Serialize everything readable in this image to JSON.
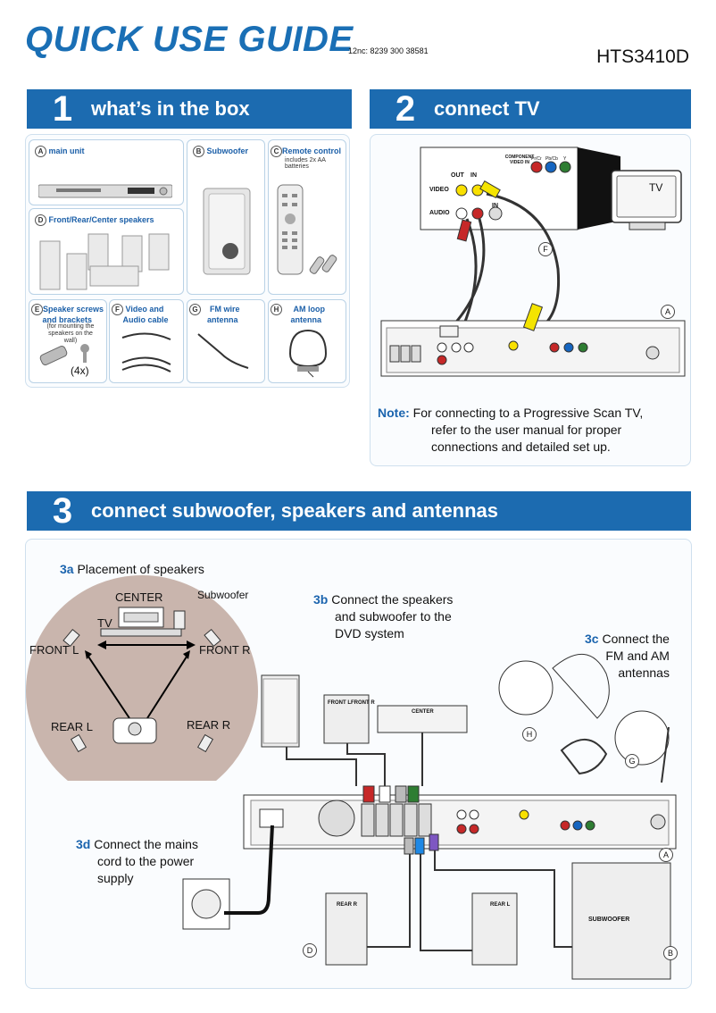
{
  "header": {
    "title": "QUICK USE GUIDE",
    "code": "12nc: 8239 300 38581",
    "model": "HTS3410D"
  },
  "section1": {
    "number": "1",
    "label": "what’s in the box",
    "items": {
      "a": {
        "tag": "A",
        "label": "main unit"
      },
      "b": {
        "tag": "B",
        "label": "Subwoofer"
      },
      "c": {
        "tag": "C",
        "label": "Remote control",
        "sub": "includes 2x AA batteries"
      },
      "d": {
        "tag": "D",
        "label": "Front/Rear/Center speakers"
      },
      "e": {
        "tag": "E",
        "label1": "Speaker screws",
        "label2": "and brackets",
        "sub1": "(for mounting the",
        "sub2": "speakers on the wall)",
        "count": "(4x)"
      },
      "f": {
        "tag": "F",
        "label1": "Video and",
        "label2": "Audio cable"
      },
      "g": {
        "tag": "G",
        "label1": "FM wire",
        "label2": "antenna"
      },
      "h": {
        "tag": "H",
        "label1": "AM loop",
        "label2": "antenna"
      }
    }
  },
  "section2": {
    "number": "2",
    "label": "connect TV",
    "tv_label": "TV",
    "panel": {
      "out": "OUT",
      "in": "IN",
      "video": "VIDEO",
      "audio": "AUDIO",
      "in2": "IN",
      "component": "COMPONENT VIDEO IN",
      "pr": "Pr/Cr",
      "pb": "Pb/Cb",
      "y": "Y"
    },
    "tag_f": "F",
    "tag_a": "A",
    "note_label": "Note:",
    "note_line1": "For connecting to a Progressive Scan TV,",
    "note_line2": "refer to the user manual for proper",
    "note_line3": "connections and detailed set up."
  },
  "section3": {
    "number": "3",
    "label": "connect subwoofer, speakers and antennas",
    "s3a_num": "3a",
    "s3a_text": "Placement of speakers",
    "placement": {
      "center": "CENTER",
      "subwoofer": "Subwoofer",
      "tv": "TV",
      "front_l": "FRONT L",
      "front_r": "FRONT R",
      "rear_l": "REAR L",
      "rear_r": "REAR R"
    },
    "s3b_num": "3b",
    "s3b_line1": "Connect the speakers",
    "s3b_line2": "and subwoofer to the",
    "s3b_line3": "DVD system",
    "s3c_num": "3c",
    "s3c_line1": "Connect the",
    "s3c_line2": "FM and AM",
    "s3c_line3": "antennas",
    "s3d_num": "3d",
    "s3d_line1": "Connect the mains",
    "s3d_line2": "cord to the power",
    "s3d_line3": "supply",
    "speaker_labels": {
      "front_l": "FRONT L",
      "front_r": "FRONT R",
      "center": "CENTER",
      "rear_r": "REAR R",
      "rear_l": "REAR L",
      "subwoofer": "SUBWOOFER"
    },
    "tags": {
      "h": "H",
      "g": "G",
      "a": "A",
      "d": "D",
      "b": "B"
    }
  },
  "colors": {
    "brand_blue": "#1c6bb0",
    "title_blue": "#1a6fb5",
    "panel_border": "#cfe0ee"
  }
}
